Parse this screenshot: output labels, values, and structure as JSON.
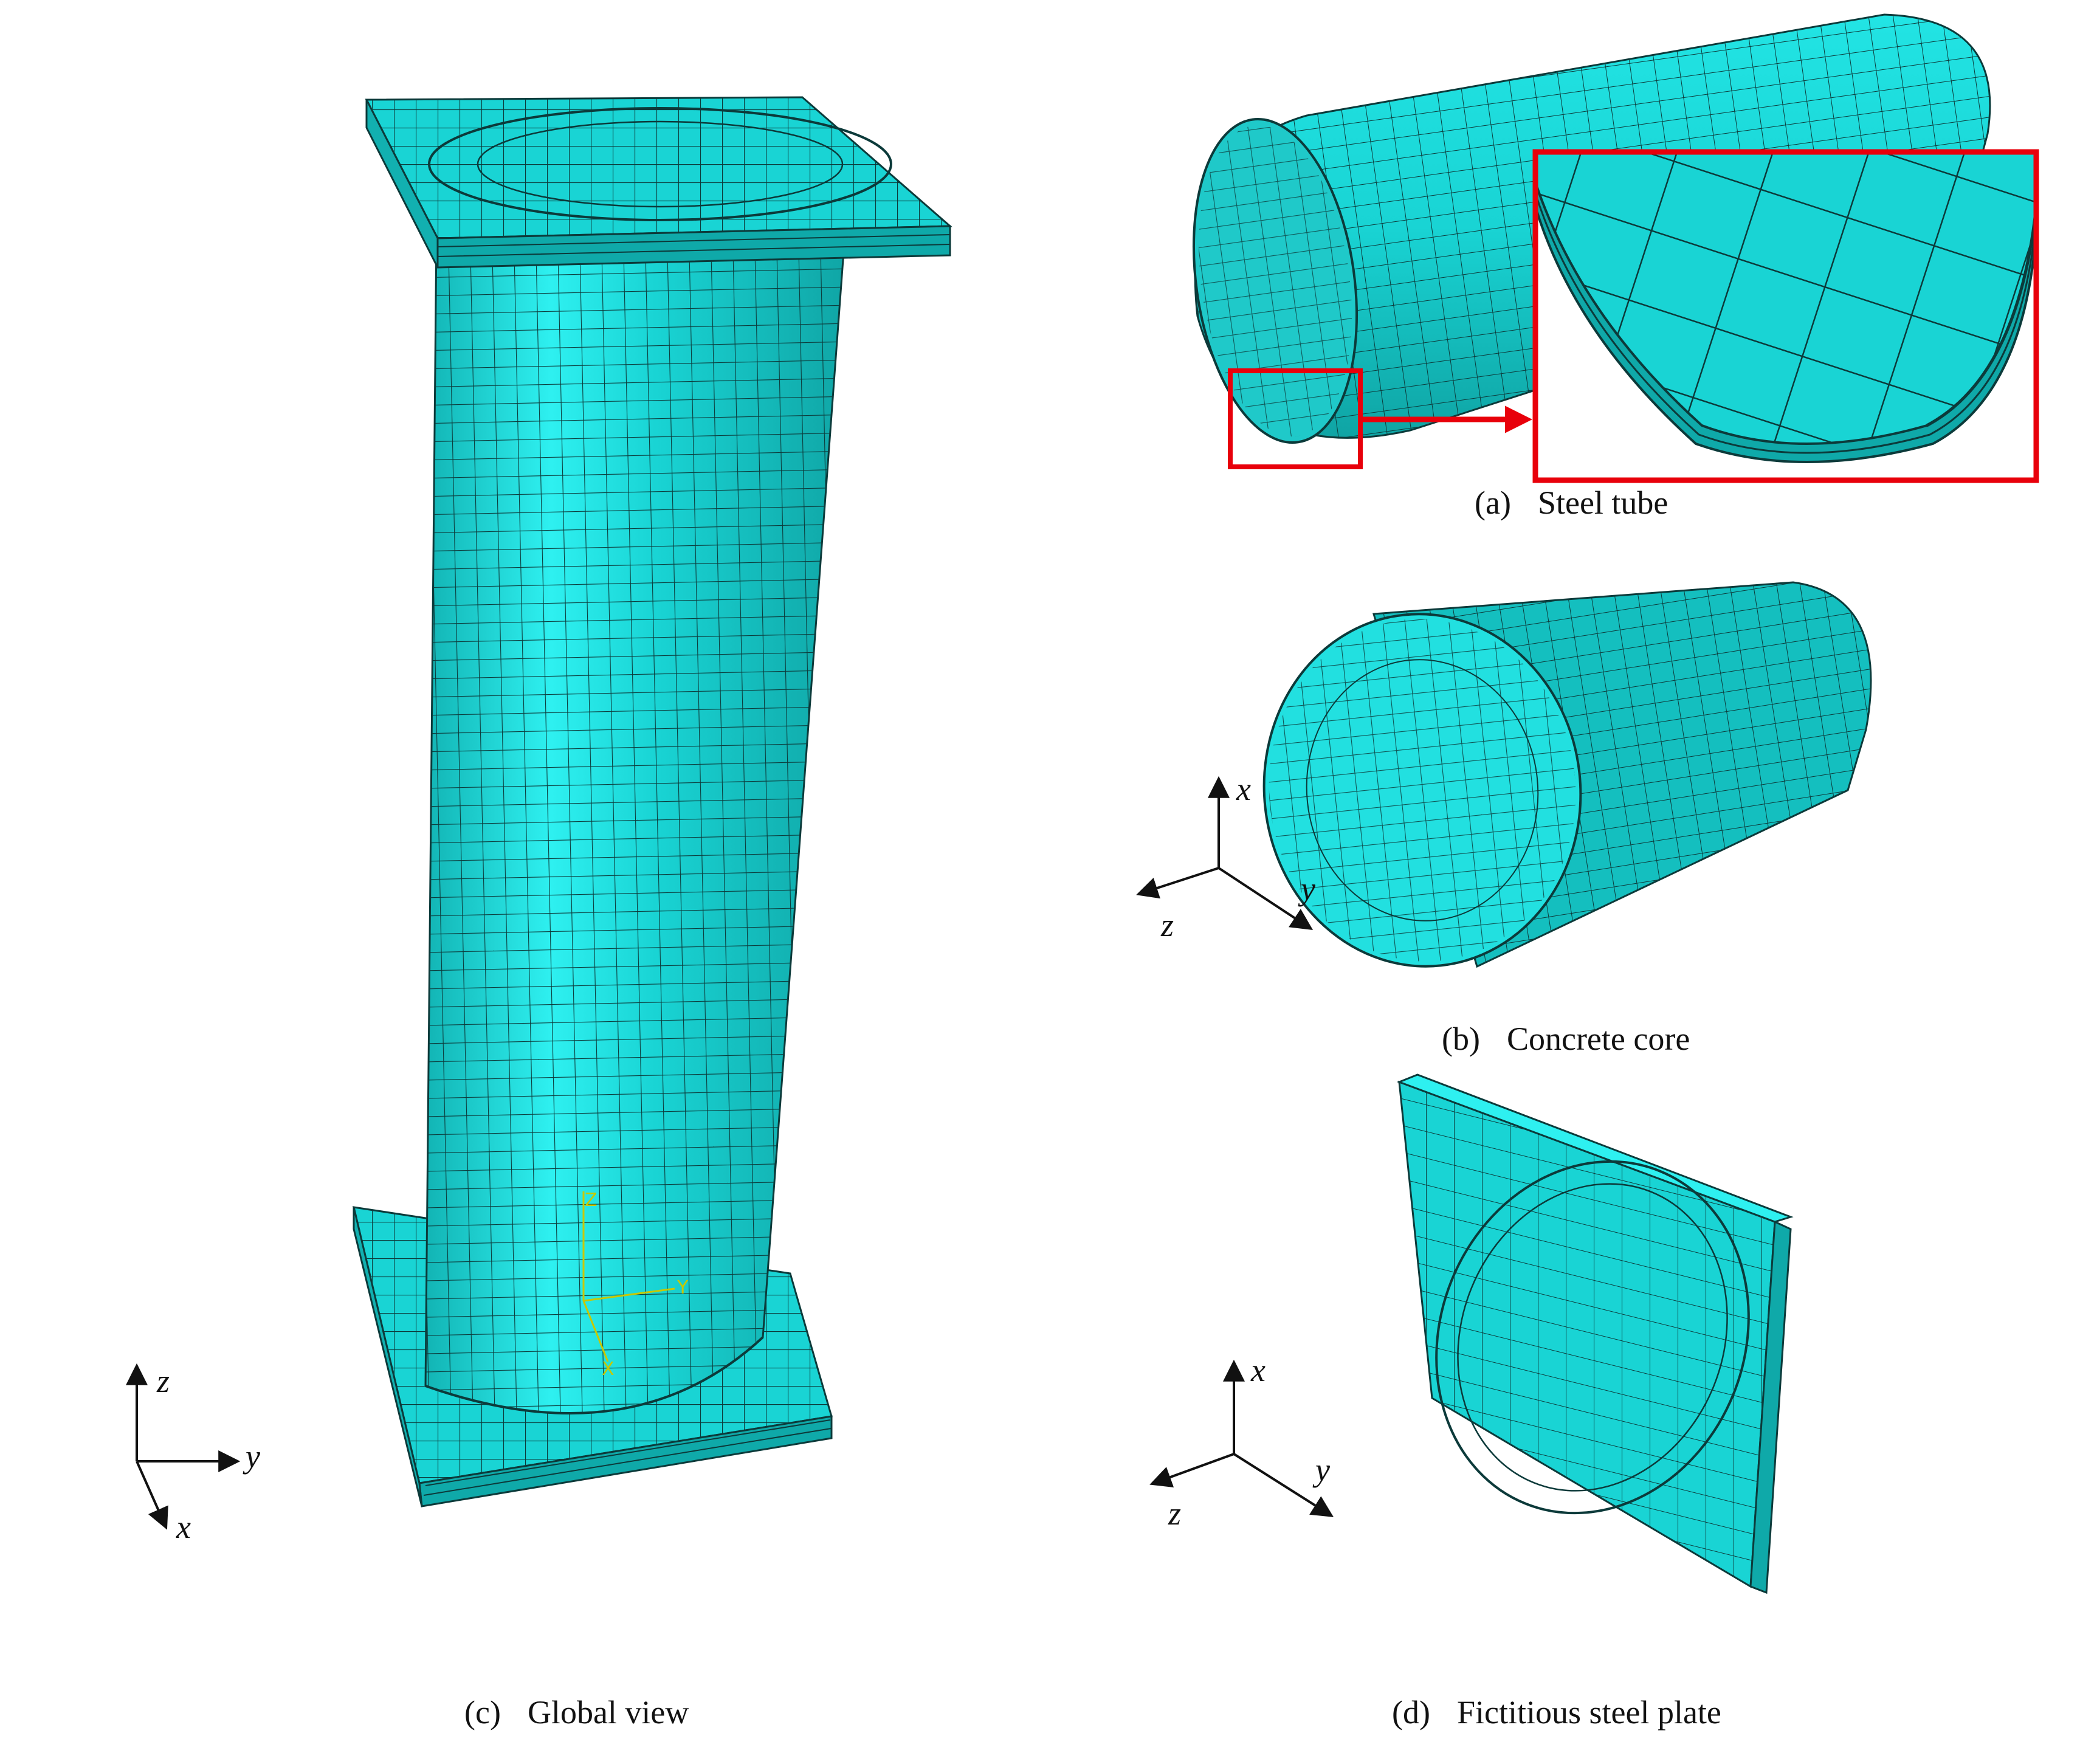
{
  "colors": {
    "mesh_fill": "#19d4d4",
    "mesh_fill_light": "#2ef0f0",
    "mesh_fill_dark": "#0fa9a9",
    "mesh_line": "#0c3a3a",
    "highlight": "#e8000b",
    "local_axes": "#c8c800"
  },
  "panels": {
    "a": {
      "tag": "(a)",
      "caption": "Steel tube"
    },
    "b": {
      "tag": "(b)",
      "caption": "Concrete core"
    },
    "c": {
      "tag": "(c)",
      "caption": "Global view"
    },
    "d": {
      "tag": "(d)",
      "caption": "Fictitious steel plate"
    }
  },
  "triads": {
    "c": {
      "up": "z",
      "right": "y",
      "down": "x"
    },
    "b": {
      "up": "x",
      "left": "z",
      "right": "y"
    },
    "d": {
      "up": "x",
      "left": "z",
      "right": "y"
    }
  },
  "local_axes": {
    "z": "Z",
    "y": "Y",
    "x": "X"
  }
}
